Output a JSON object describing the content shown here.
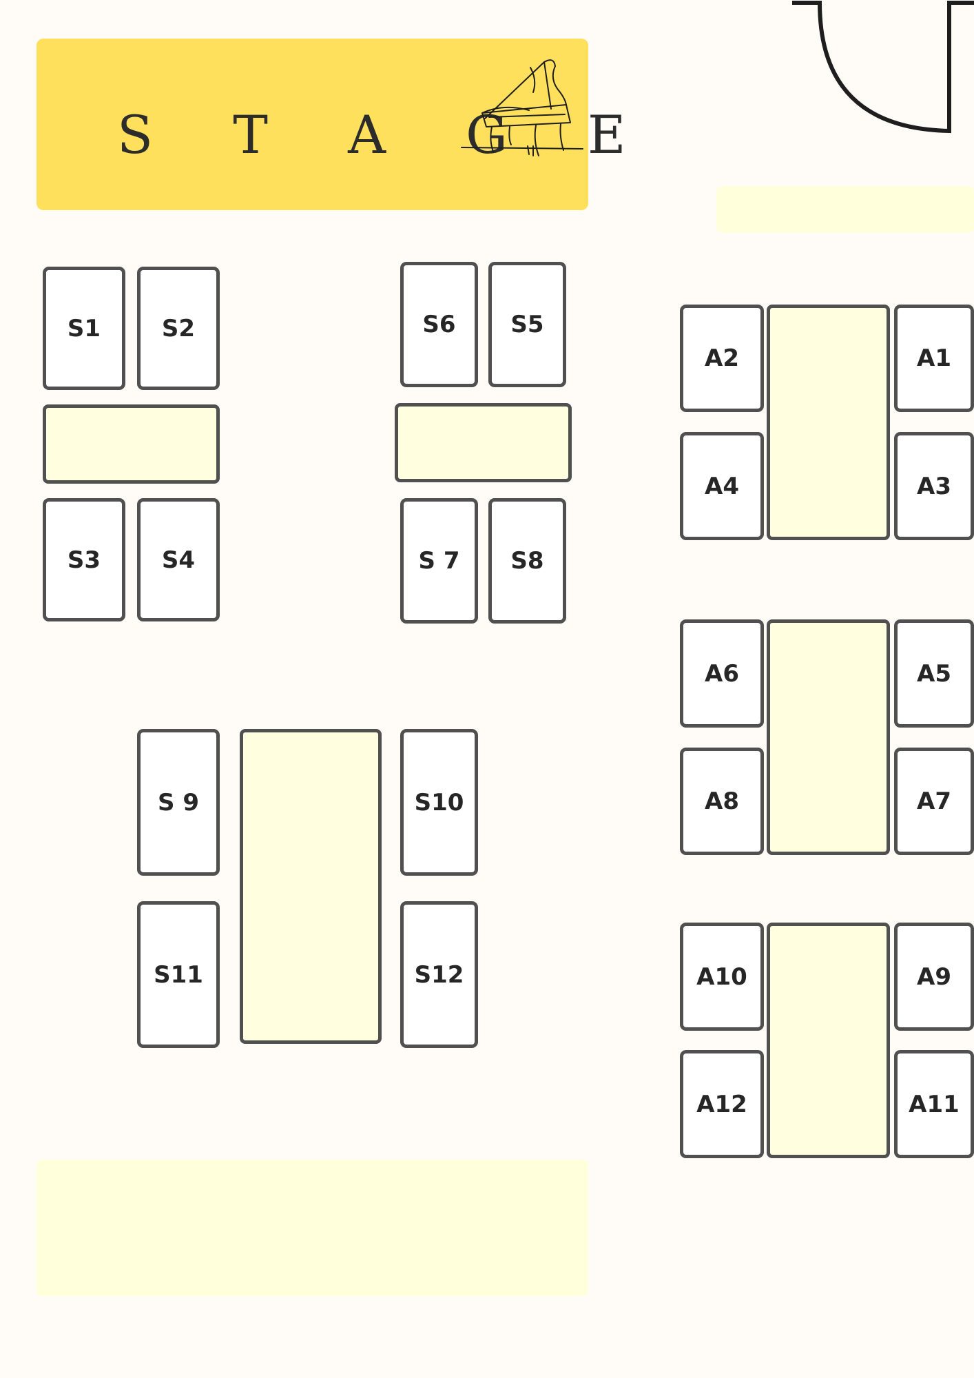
{
  "stage": {
    "label": "S T A G E",
    "icon": "grand-piano-icon"
  },
  "colors": {
    "stage": "#ffe05c",
    "table": "#ffffe0",
    "chair_border": "#505050",
    "background": "#fffbf6"
  },
  "seats": {
    "s1": "S1",
    "s2": "S2",
    "s3": "S3",
    "s4": "S4",
    "s5": "S5",
    "s6": "S6",
    "s7": "S 7",
    "s8": "S8",
    "s9": "S 9",
    "s10": "S10",
    "s11": "S11",
    "s12": "S12",
    "a1": "A1",
    "a2": "A2",
    "a3": "A3",
    "a4": "A4",
    "a5": "A5",
    "a6": "A6",
    "a7": "A7",
    "a8": "A8",
    "a9": "A9",
    "a10": "A10",
    "a11": "A11",
    "a12": "A12"
  }
}
